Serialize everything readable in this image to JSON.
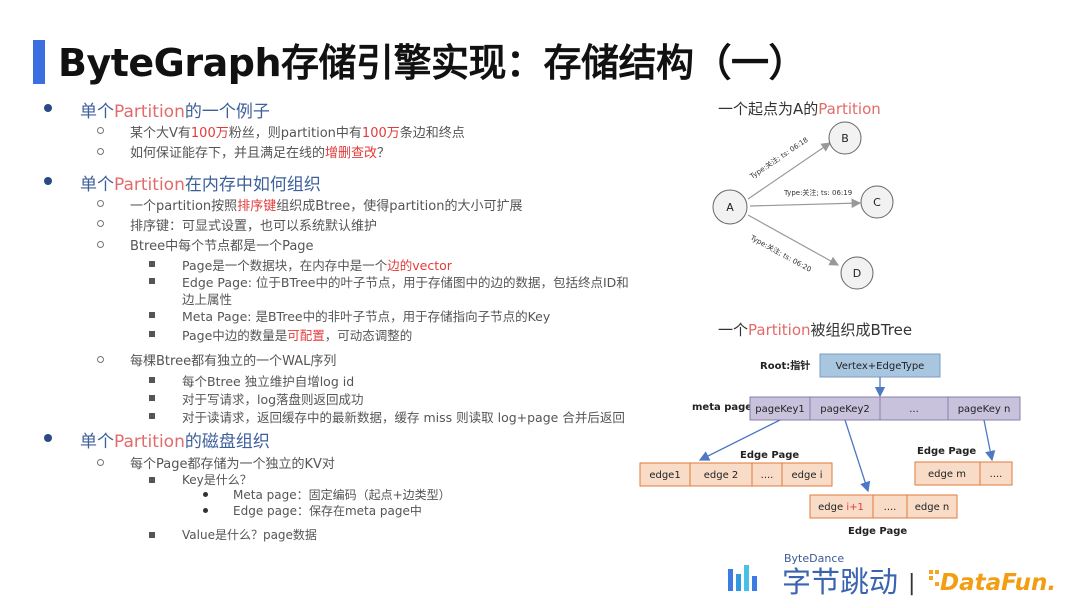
{
  "header": {
    "title": "ByteGraph存储引擎实现：存储结构（一）"
  },
  "bullets": {
    "p1": {
      "a": "单个",
      "b": "Partition",
      "c": "的一个例子"
    },
    "p1_1": {
      "a": "某个大V有",
      "b": "100万",
      "c": "粉丝，则partition中有",
      "d": "100万",
      "e": "条边和终点"
    },
    "p1_2": {
      "a": "如何保证能存下，并且满足在线的",
      "b": "增删查改",
      "c": "？"
    },
    "p2": {
      "a": "单个",
      "b": "Partition",
      "c": "在内存中如何组织"
    },
    "p2_1": {
      "a": "一个partition按照",
      "b": "排序键",
      "c": "组织成Btree，使得partition的大小可扩展"
    },
    "p2_2": "排序键：可显式设置，也可以系统默认维护",
    "p2_3": "Btree中每个节点都是一个Page",
    "p2_3_1": {
      "a": "Page是一个数据块，在内存中是一个",
      "b": "边的vector"
    },
    "p2_3_2a": "Edge Page: 位于BTree中的叶子节点，用于存储图中的边的数据，包括终点ID和",
    "p2_3_2b": "边上属性",
    "p2_3_3": "Meta Page: 是BTree中的非叶子节点，用于存储指向子节点的Key",
    "p2_3_4": {
      "a": "Page中边的数量是",
      "b": "可配置",
      "c": "，可动态调整的"
    },
    "p2_4": "每棵Btree都有独立的一个WAL序列",
    "p2_4_1": "每个Btree 独立维护自增log id",
    "p2_4_2": "对于写请求，log落盘则返回成功",
    "p2_4_3": "对于读请求，返回缓存中的最新数据，缓存 miss 则读取 log+page 合并后返回",
    "p3": {
      "a": "单个",
      "b": "Partition",
      "c": "的磁盘组织"
    },
    "p3_1": "每个Page都存储为一个独立的KV对",
    "p3_1_1": "Key是什么？",
    "p3_1_1_1": "Meta page：固定编码（起点+边类型）",
    "p3_1_1_2": "Edge page：保存在meta page中",
    "p3_1_2": "Value是什么？page数据"
  },
  "graph": {
    "caption_a": "一个起点为A的",
    "caption_b": "Partition",
    "nodes": [
      "A",
      "B",
      "C",
      "D"
    ],
    "edge_labels": [
      "Type:关注; ts: 06:18",
      "Type:关注; ts: 06:19",
      "Type:关注; ts: 06:20"
    ]
  },
  "btree": {
    "caption_a": "一个",
    "caption_b": "Partition",
    "caption_c": "被组织成BTree",
    "root_label": "Root:指针",
    "root_box": "Vertex+EdgeType",
    "meta_label": "meta page",
    "meta_keys": [
      "pageKey1",
      "pageKey2",
      "...",
      "pageKey n"
    ],
    "edge_page_label": "Edge Page",
    "page1": [
      "edge1",
      "edge 2",
      "....",
      "edge i"
    ],
    "page2_pre": "edge ",
    "page2_red": "i+1",
    "page2_rest": [
      "....",
      "edge n"
    ],
    "page3": [
      "edge m",
      "...."
    ]
  },
  "footer": {
    "brand_small": "ByteDance",
    "brand_cn": "字节跳动",
    "divider": "|",
    "partner": "DataFun."
  },
  "colors": {
    "accent_bar": "#3b6fe0",
    "highlight": "#e23b3b",
    "meta_fill": "#c9c2dc",
    "edge_fill": "#f8dcc8",
    "edge_stroke": "#e07a3a",
    "root_fill": "#a9c6e0",
    "arrow": "#4f78c4"
  }
}
